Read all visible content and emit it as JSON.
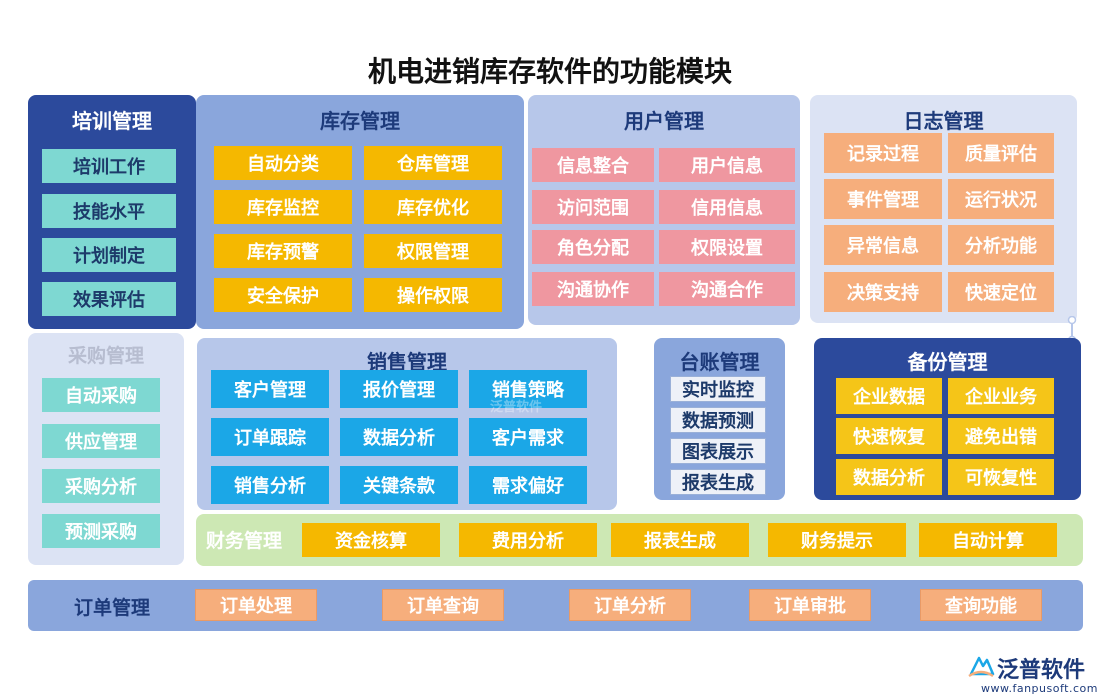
{
  "title": "机电进销库存软件的功能模块",
  "modules": {
    "training": {
      "title": "培训管理",
      "items": [
        "培训工作",
        "技能水平",
        "计划制定",
        "效果评估"
      ]
    },
    "inventory": {
      "title": "库存管理",
      "items": [
        "自动分类",
        "仓库管理",
        "库存监控",
        "库存优化",
        "库存预警",
        "权限管理",
        "安全保护",
        "操作权限"
      ]
    },
    "user": {
      "title": "用户管理",
      "items": [
        "信息整合",
        "用户信息",
        "访问范围",
        "信用信息",
        "角色分配",
        "权限设置",
        "沟通协作",
        "沟通合作"
      ]
    },
    "log": {
      "title": "日志管理",
      "items": [
        "记录过程",
        "质量评估",
        "事件管理",
        "运行状况",
        "异常信息",
        "分析功能",
        "决策支持",
        "快速定位"
      ]
    },
    "purchase": {
      "title": "采购管理",
      "items": [
        "自动采购",
        "供应管理",
        "采购分析",
        "预测采购"
      ]
    },
    "sales": {
      "title": "销售管理",
      "items": [
        "客户管理",
        "报价管理",
        "销售策略",
        "订单跟踪",
        "数据分析",
        "客户需求",
        "销售分析",
        "关键条款",
        "需求偏好"
      ]
    },
    "ledger": {
      "title": "台账管理",
      "items": [
        "实时监控",
        "数据预测",
        "图表展示",
        "报表生成"
      ]
    },
    "backup": {
      "title": "备份管理",
      "items": [
        "企业数据",
        "企业业务",
        "快速恢复",
        "避免出错",
        "数据分析",
        "可恢复性"
      ]
    },
    "finance": {
      "title": "财务管理",
      "items": [
        "资金核算",
        "费用分析",
        "报表生成",
        "财务提示",
        "自动计算"
      ]
    },
    "order": {
      "title": "订单管理",
      "items": [
        "订单处理",
        "订单查询",
        "订单分析",
        "订单审批",
        "查询功能"
      ]
    }
  },
  "logo": {
    "name": "泛普软件",
    "url": "www.fanpusoft.com"
  },
  "watermark": "泛普软件",
  "colors": {
    "dark_blue": "#2c4a9c",
    "mid_blue": "#8aa6dc",
    "light_blue": "#b7c7ea",
    "pale_blue": "#dce3f4",
    "teal": "#7ed8d2",
    "yellow": "#f5b800",
    "pink": "#ef97a0",
    "orange": "#f6ae7c",
    "cyan": "#1ba7e7",
    "green": "#cde8b4"
  }
}
